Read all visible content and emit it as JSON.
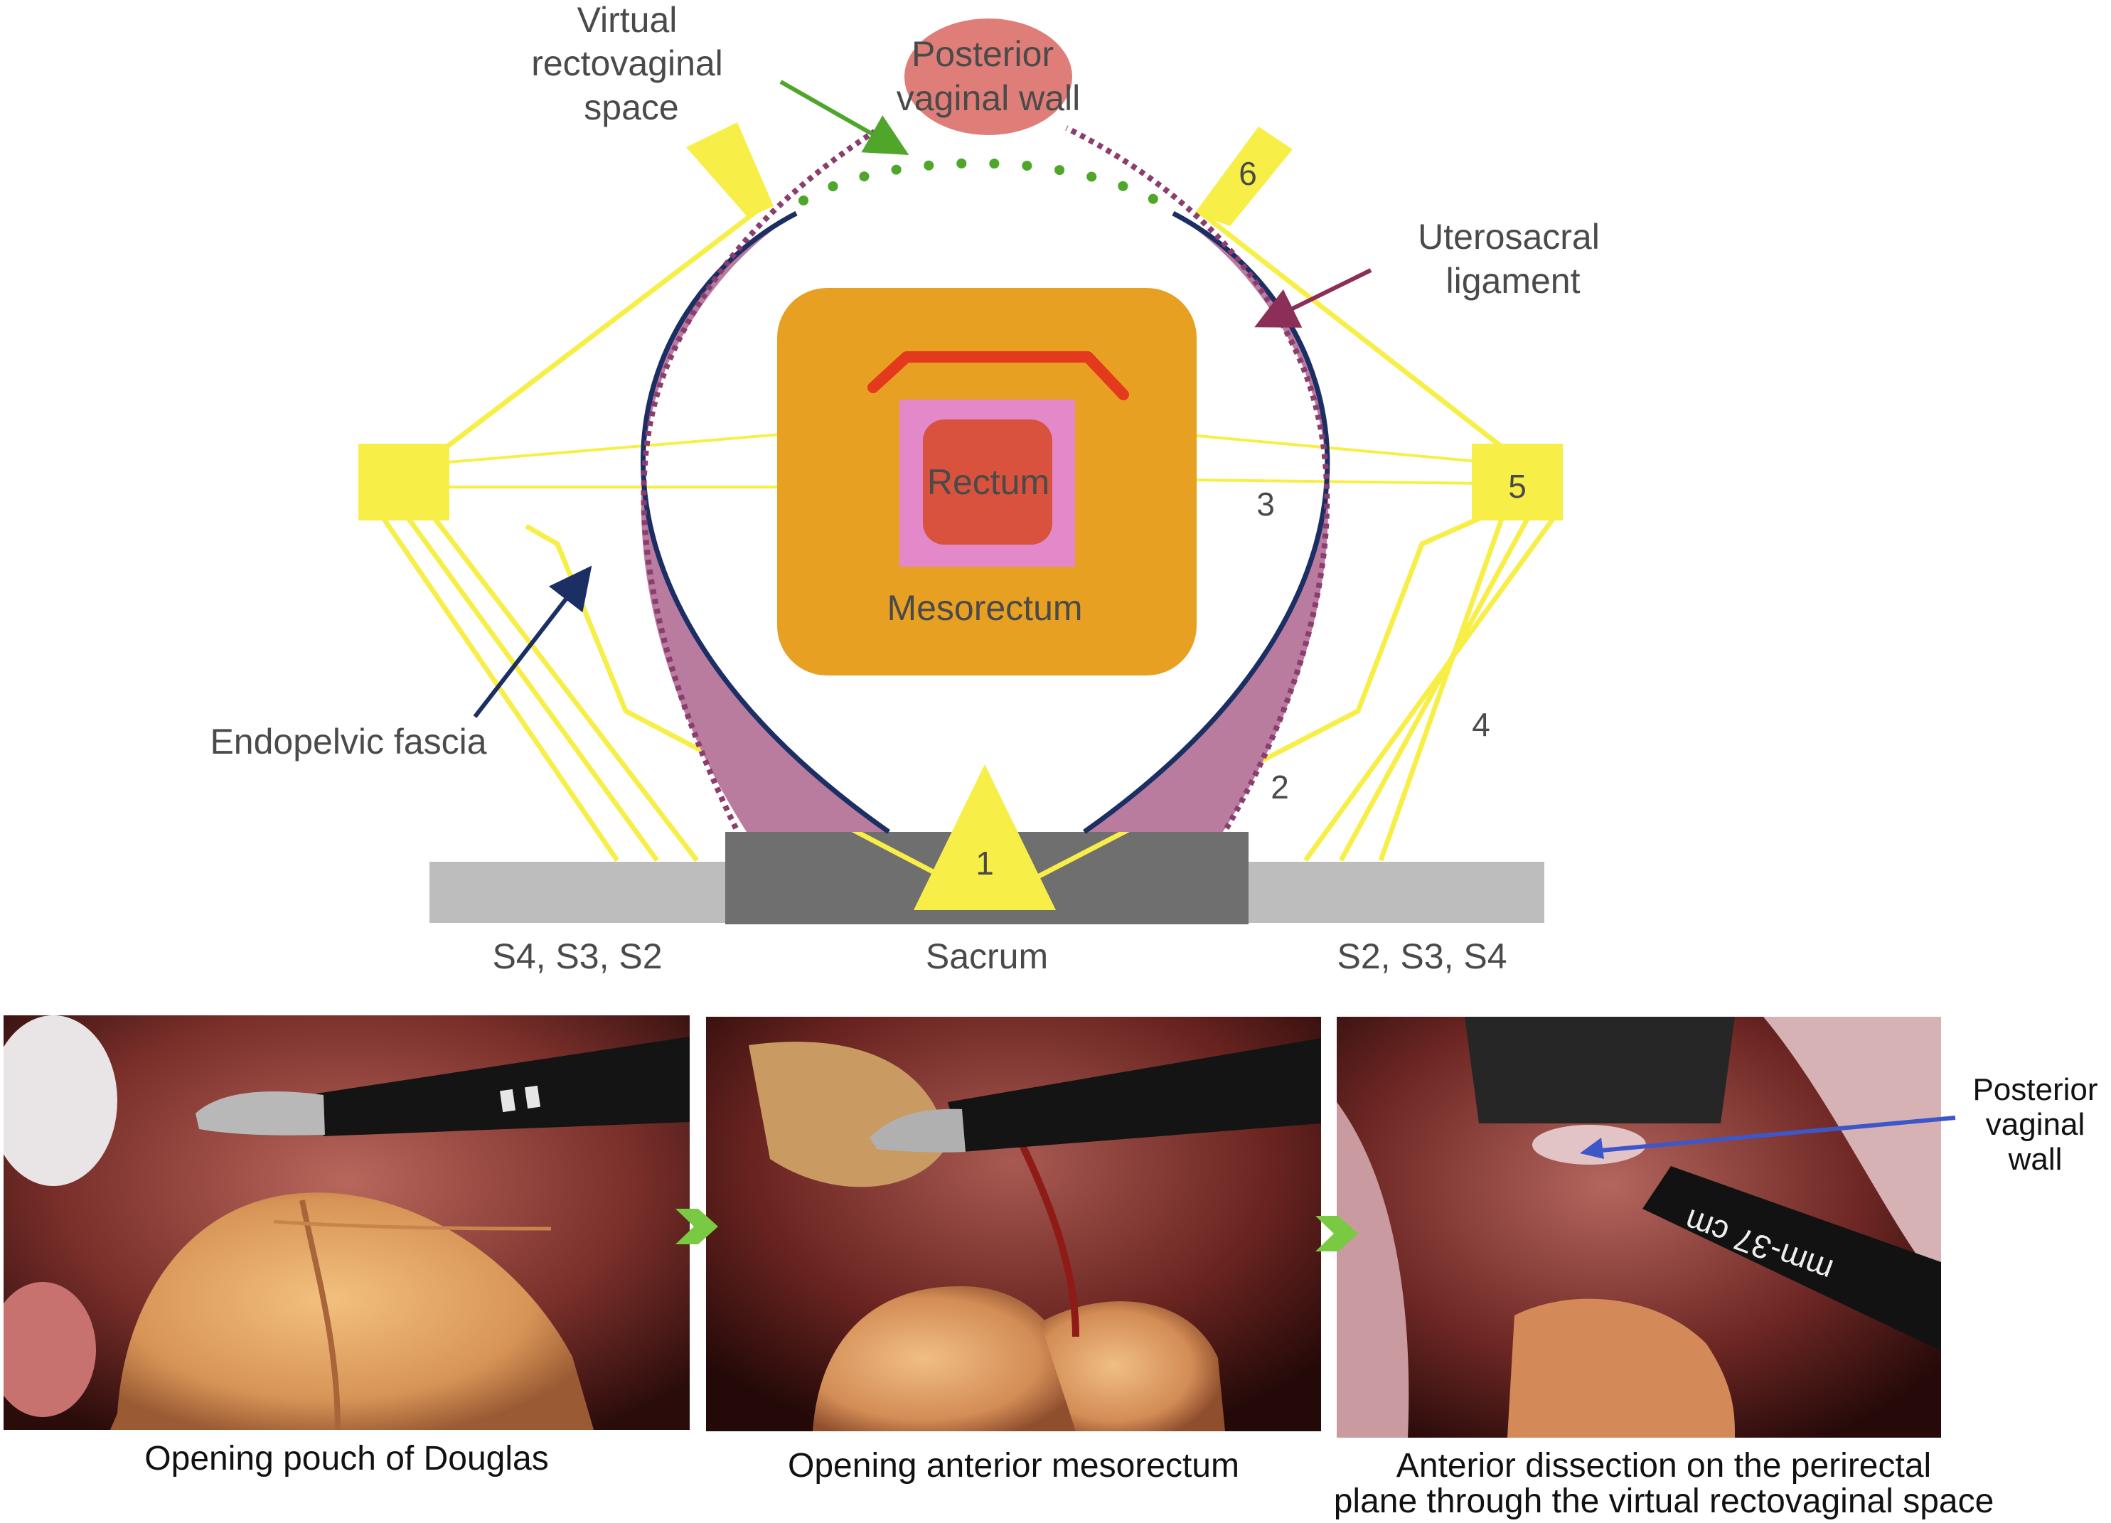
{
  "diagram": {
    "labels": {
      "virtual_space": [
        "Virtual",
        "rectovaginal",
        "space"
      ],
      "posterior_wall": [
        "Posterior",
        "vaginal wall"
      ],
      "uterosacral": [
        "Uterosacral",
        "ligament"
      ],
      "rectum": "Rectum",
      "mesorectum": "Mesorectum",
      "endopelvic": "Endopelvic fascia",
      "sacrum": "Sacrum",
      "sacral_left": "S4, S3, S2",
      "sacral_right": "S2, S3, S4"
    },
    "numbers": [
      "1",
      "2",
      "3",
      "4",
      "5",
      "6"
    ],
    "colors": {
      "yellow": "#f7ef48",
      "navy": "#1c2f64",
      "ligament": "#b97c9f",
      "dotted_purple": "#8a3d6e",
      "green": "#4fa62a",
      "mesorectum": "#e8a023",
      "rectum": "#d9523d",
      "rectum_border": "#e389c9",
      "posterior_wall": "#df7e78",
      "sacrum": "#6f6f6f",
      "sacral_wings": "#bdbdbd",
      "arrow_maroon": "#8b2e58"
    }
  },
  "photos": {
    "captions": [
      [
        "Opening pouch of Douglas"
      ],
      [
        "Opening anterior mesorectum"
      ],
      [
        "Anterior dissection on the perirectal",
        "plane through the virtual rectovaginal space"
      ]
    ],
    "posterior_label": [
      "Posterior",
      "vaginal",
      "wall"
    ],
    "instrument_text": "mm-37 cm",
    "arrow_color": "#7ac943",
    "pointer_color": "#3d57c9"
  }
}
